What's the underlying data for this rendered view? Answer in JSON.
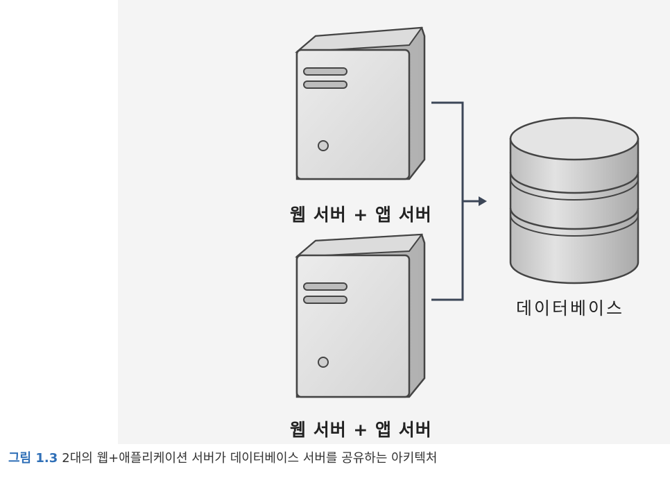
{
  "diagram": {
    "servers": [
      {
        "label": "웹 서버 + 앱 서버"
      },
      {
        "label": "웹 서버 + 앱 서버"
      }
    ],
    "database": {
      "label": "데이터베이스"
    }
  },
  "caption": {
    "figure_number": "그림 1.3",
    "text": "2대의 웹+애플리케이션 서버가 데이터베이스 서버를 공유하는 아키텍처"
  },
  "colors": {
    "panel_bg": "#f4f4f4",
    "server_body": "#d9d9d9",
    "server_front": "#e6e6e6",
    "outline": "#444444",
    "connector": "#3c4657",
    "caption_accent": "#2f6fb7"
  }
}
